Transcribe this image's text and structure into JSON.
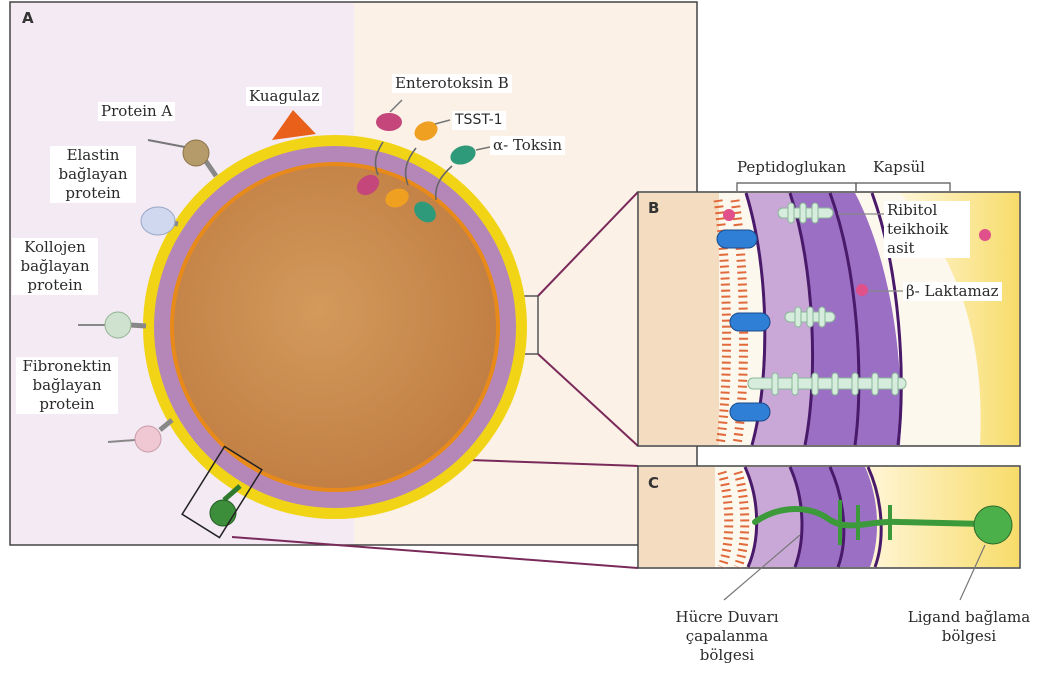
{
  "panels": {
    "a": "A",
    "b": "B",
    "c": "C"
  },
  "labels": {
    "protein_a": "Protein A",
    "kuagulaz": "Kuagulaz",
    "enterotoksin_b": "Enterotoksin B",
    "tsst1": "TSST-1",
    "alpha_toksin": "α- Toksin",
    "elastin": [
      "Elastin",
      "bağlayan",
      "protein"
    ],
    "kollojen": [
      "Kollojen",
      "bağlayan",
      "protein"
    ],
    "fibronektin": [
      "Fibronektin",
      "bağlayan",
      "protein"
    ],
    "peptidoglukan": "Peptidoglukan",
    "kapsul": "Kapsül",
    "ribitol": [
      "Ribitol",
      "teikhoik",
      "asit"
    ],
    "laktamaz": "β- Laktamaz",
    "hucre_duvari": [
      "Hücre Duvarı",
      "çapalanma",
      "bölgesi"
    ],
    "ligand": [
      "Ligand bağlama",
      "bölgesi"
    ]
  },
  "colors": {
    "cytoplasm": "#c98a4e",
    "membrane_orange": "#e88a1a",
    "wall_purple": "#b487b8",
    "capsule_yellow": "#f2d417",
    "peptidoglycan_dark": "#5a2a7a",
    "lipid": "#e06a3c",
    "protein_blue": "#2f7fd6",
    "teichoic": "#cfe8d6",
    "anchor_green": "#3c9a3a",
    "connector": "#7a2a5a"
  }
}
